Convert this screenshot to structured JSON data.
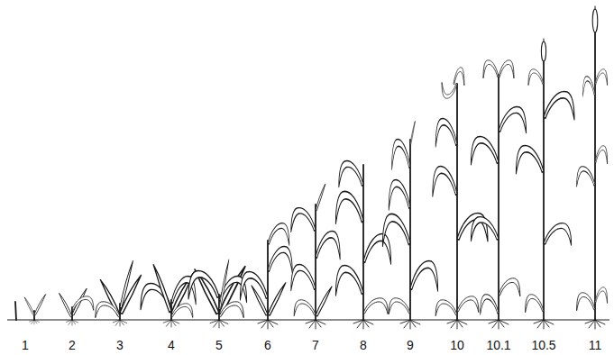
{
  "diagram": {
    "labels": [
      "1",
      "2",
      "3",
      "4",
      "5",
      "6",
      "7",
      "8",
      "9",
      "10",
      "10.1",
      "10.5",
      "11"
    ]
  }
}
